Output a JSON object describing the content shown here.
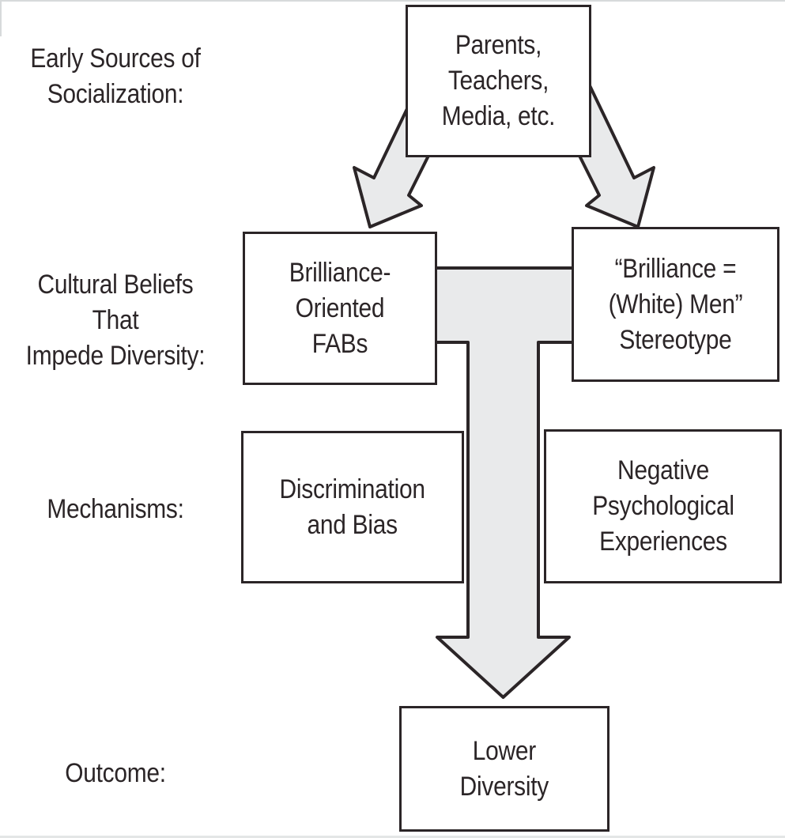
{
  "figure": {
    "type": "flow-diagram",
    "background_color": "#ffffff",
    "ink_color": "#2b2527",
    "arrow_fill_color": "#e9eaeb"
  },
  "row_labels": [
    {
      "lines": [
        "Early Sources of",
        "Socialization:"
      ]
    },
    {
      "lines": [
        "Cultural Beliefs That",
        "Impede Diversity:"
      ]
    },
    {
      "lines": [
        "Mechanisms:"
      ]
    },
    {
      "lines": [
        "Outcome:"
      ]
    }
  ],
  "nodes": {
    "sources": {
      "lines": [
        "Parents,",
        "Teachers,",
        "Media, etc."
      ]
    },
    "fabs": {
      "lines": [
        "Brilliance-",
        "Oriented",
        "FABs"
      ]
    },
    "stereotype": {
      "lines": [
        "“Brilliance =",
        "(White) Men”",
        "Stereotype"
      ]
    },
    "discrimination": {
      "lines": [
        "Discrimination",
        "and Bias"
      ]
    },
    "negative": {
      "lines": [
        "Negative",
        "Psychological",
        "Experiences"
      ]
    },
    "outcome": {
      "lines": [
        "Lower",
        "Diversity"
      ]
    }
  }
}
